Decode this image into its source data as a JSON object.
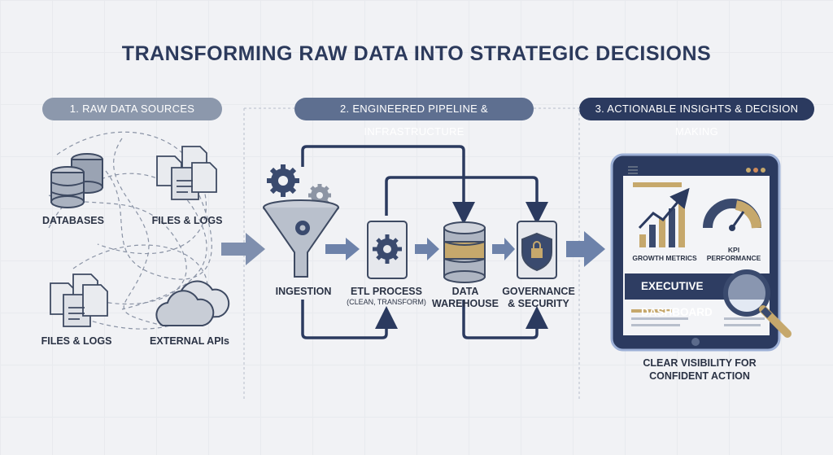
{
  "title": "TRANSFORMING RAW DATA INTO STRATEGIC DECISIONS",
  "stages": [
    {
      "label": "1. RAW DATA SOURCES"
    },
    {
      "label": "2. ENGINEERED PIPELINE & INFRASTRUCTURE"
    },
    {
      "label": "3. ACTIONABLE INSIGHTS & DECISION MAKING"
    }
  ],
  "sources": {
    "databases": "DATABASES",
    "files_logs_top": "FILES & LOGS",
    "files_logs_bottom": "FILES & LOGS",
    "external_apis": "EXTERNAL APIs"
  },
  "pipeline": {
    "ingestion": "INGESTION",
    "etl": "ETL PROCESS",
    "etl_sub": "(CLEAN, TRANSFORM)",
    "warehouse_line1": "DATA",
    "warehouse_line2": "WAREHOUSE",
    "governance_line1": "GOVERNANCE",
    "governance_line2": "& SECURITY"
  },
  "dashboard": {
    "growth_metrics": "GROWTH METRICS",
    "kpi_performance": "KPI PERFORMANCE",
    "title": "EXECUTIVE DASHBOARD"
  },
  "caption_line1": "CLEAR VISIBILITY FOR",
  "caption_line2": "CONFIDENT ACTION",
  "colors": {
    "navy": "#2b3a5f",
    "slate": "#5e6f90",
    "gold": "#c6a86c",
    "arrow_blue": "#6d82aa"
  }
}
